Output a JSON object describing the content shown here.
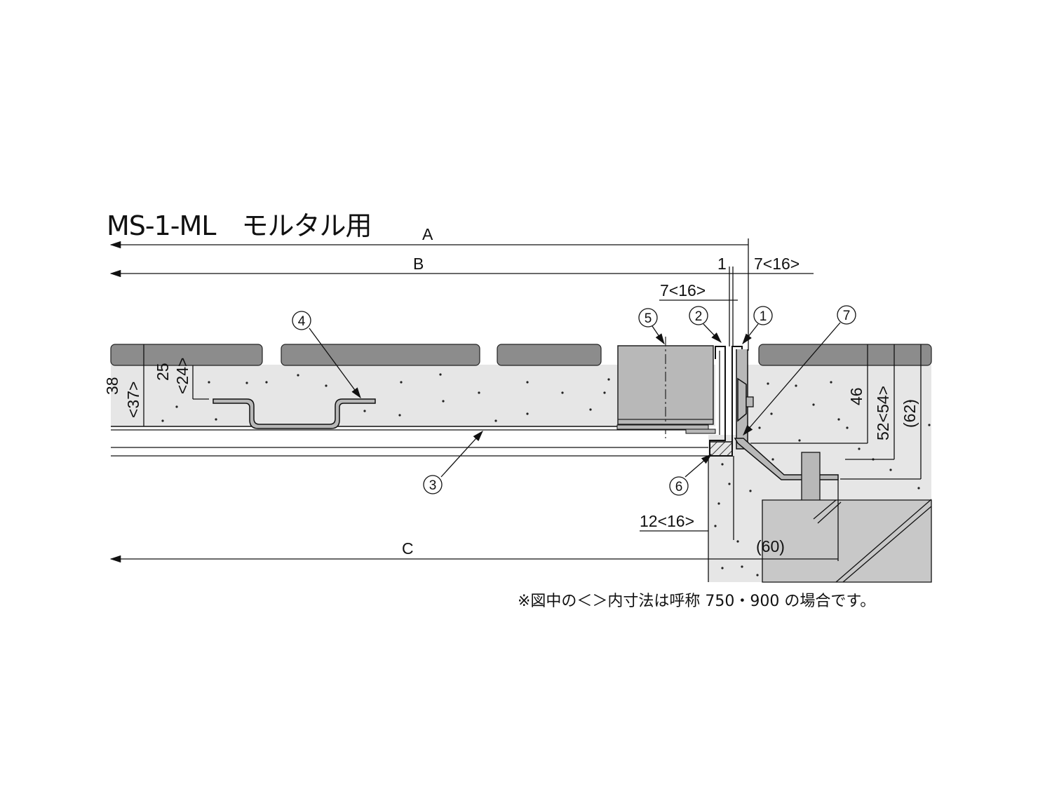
{
  "title": "MS-1-ML　モルタル用",
  "dimensions": {
    "A": "A",
    "B": "B",
    "C": "C",
    "gap_1": "1",
    "top_right": "7<16>",
    "top_mid": "7<16>",
    "left_38": "38",
    "left_37": "<37>",
    "left_25": "25",
    "left_24": "<24>",
    "right_46": "46",
    "right_52": "52<54>",
    "right_62": "(62)",
    "bottom_12": "12<16>",
    "bottom_60": "(60)"
  },
  "callouts": {
    "c1": "1",
    "c2": "2",
    "c3": "3",
    "c4": "4",
    "c5": "5",
    "c6": "6",
    "c7": "7"
  },
  "note": "※図中の＜＞内寸法は呼称 750・900 の場合です。",
  "colors": {
    "concrete": "#e6e6e6",
    "tile": "#8c8c8c",
    "steel": "#b8b8b8",
    "line": "#111111"
  }
}
